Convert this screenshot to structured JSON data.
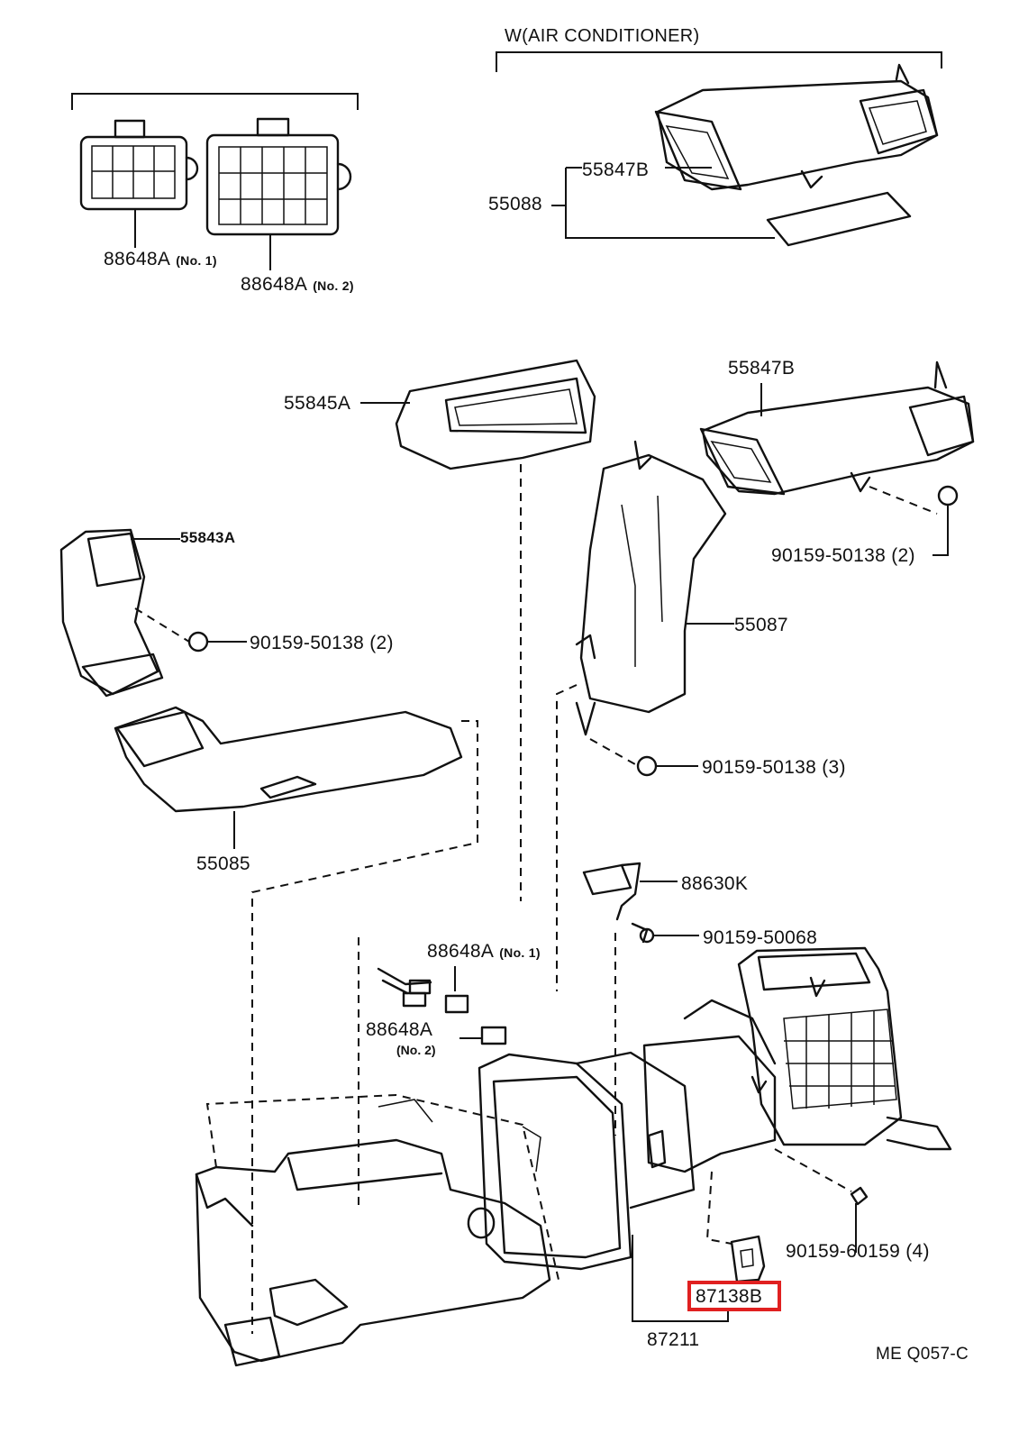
{
  "labels": {
    "ac_title": "W(AIR  CONDITIONER)",
    "p88648a": "88648A",
    "no1": "(No. 1)",
    "no2": "(No. 2)",
    "p55847b": "55847B",
    "p55088": "55088",
    "p55845a": "55845A",
    "p55843a": "55843A",
    "p90159_50138_2": "90159-50138 (2)",
    "p90159_50138_3": "90159-50138 (3)",
    "p55087": "55087",
    "p55085": "55085",
    "p88630k": "88630K",
    "p90159_50068": "90159-50068",
    "p90159_60159_4": "90159-60159 (4)",
    "p87138b": "87138B",
    "p87211": "87211",
    "code": "ME Q057-C"
  },
  "colors": {
    "line": "#111111",
    "highlight": "#e02020",
    "background": "#ffffff"
  }
}
